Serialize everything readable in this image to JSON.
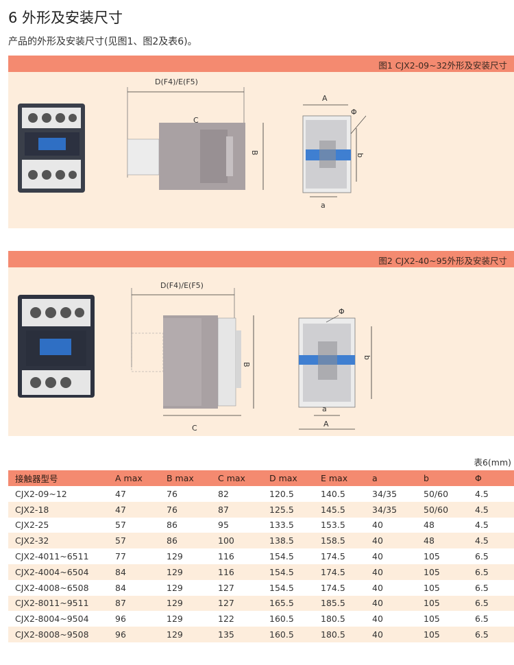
{
  "page": {
    "title": "6 外形及安装尺寸",
    "intro": "产品的外形及安装尺寸(见图1、图2及表6)。"
  },
  "figure1": {
    "caption": "图1 CJX2-09~32外形及安装尺寸",
    "labels": {
      "def": "D(F4)/E(F5)",
      "c": "C",
      "b_side": "B",
      "a_top": "A",
      "phi": "Φ",
      "b_front": "b",
      "a_bottom": "a"
    }
  },
  "figure2": {
    "caption": "图2 CJX2-40~95外形及安装尺寸",
    "labels": {
      "def": "D(F4)/E(F5)",
      "c": "C",
      "b_side": "B",
      "phi": "Φ",
      "b_front": "b",
      "a_small": "a",
      "a_big": "A"
    }
  },
  "table": {
    "unit_note": "表6(mm)",
    "headers": [
      "接触器型号",
      "A max",
      "B max",
      "C max",
      "D max",
      "E max",
      "a",
      "b",
      "Φ"
    ],
    "rows": [
      [
        "CJX2-09~12",
        "47",
        "76",
        "82",
        "120.5",
        "140.5",
        "34/35",
        "50/60",
        "4.5"
      ],
      [
        "CJX2-18",
        "47",
        "76",
        "87",
        "125.5",
        "145.5",
        "34/35",
        "50/60",
        "4.5"
      ],
      [
        "CJX2-25",
        "57",
        "86",
        "95",
        "133.5",
        "153.5",
        "40",
        "48",
        "4.5"
      ],
      [
        "CJX2-32",
        "57",
        "86",
        "100",
        "138.5",
        "158.5",
        "40",
        "48",
        "4.5"
      ],
      [
        "CJX2-4011~6511",
        "77",
        "129",
        "116",
        "154.5",
        "174.5",
        "40",
        "105",
        "6.5"
      ],
      [
        "CJX2-4004~6504",
        "84",
        "129",
        "116",
        "154.5",
        "174.5",
        "40",
        "105",
        "6.5"
      ],
      [
        "CJX2-4008~6508",
        "84",
        "129",
        "127",
        "154.5",
        "174.5",
        "40",
        "105",
        "6.5"
      ],
      [
        "CJX2-8011~9511",
        "87",
        "129",
        "127",
        "165.5",
        "185.5",
        "40",
        "105",
        "6.5"
      ],
      [
        "CJX2-8004~9504",
        "96",
        "129",
        "122",
        "160.5",
        "180.5",
        "40",
        "105",
        "6.5"
      ],
      [
        "CJX2-8008~9508",
        "96",
        "129",
        "135",
        "160.5",
        "180.5",
        "40",
        "105",
        "6.5"
      ]
    ]
  }
}
